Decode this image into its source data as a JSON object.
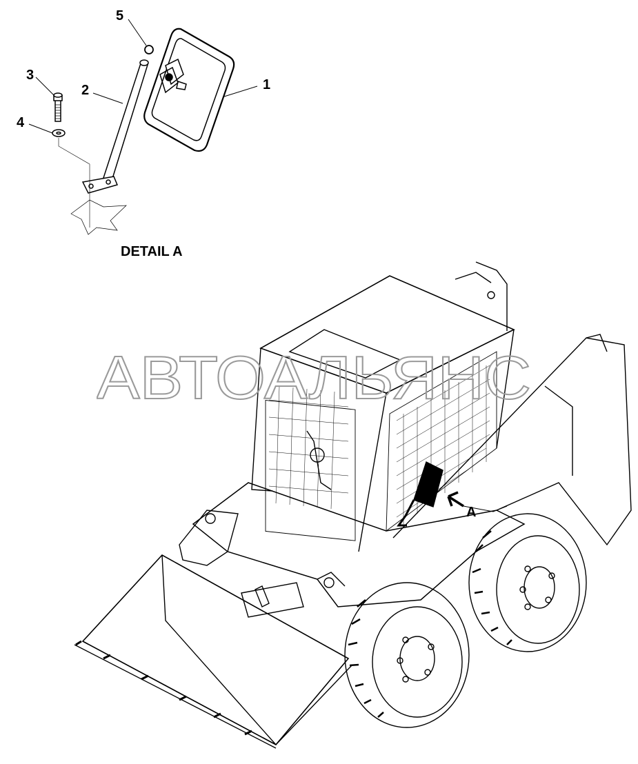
{
  "detail": {
    "title": "DETAIL A",
    "view_label": "A"
  },
  "callouts": [
    {
      "id": "1",
      "part": "mirror-head"
    },
    {
      "id": "2",
      "part": "mirror-arm"
    },
    {
      "id": "3",
      "part": "bolt"
    },
    {
      "id": "4",
      "part": "washer"
    },
    {
      "id": "5",
      "part": "cap"
    }
  ],
  "watermark": "АВТОАЛЬЯНС",
  "colors": {
    "line": "#000000",
    "background": "#ffffff",
    "watermark_stroke": "#9a9a9a"
  }
}
